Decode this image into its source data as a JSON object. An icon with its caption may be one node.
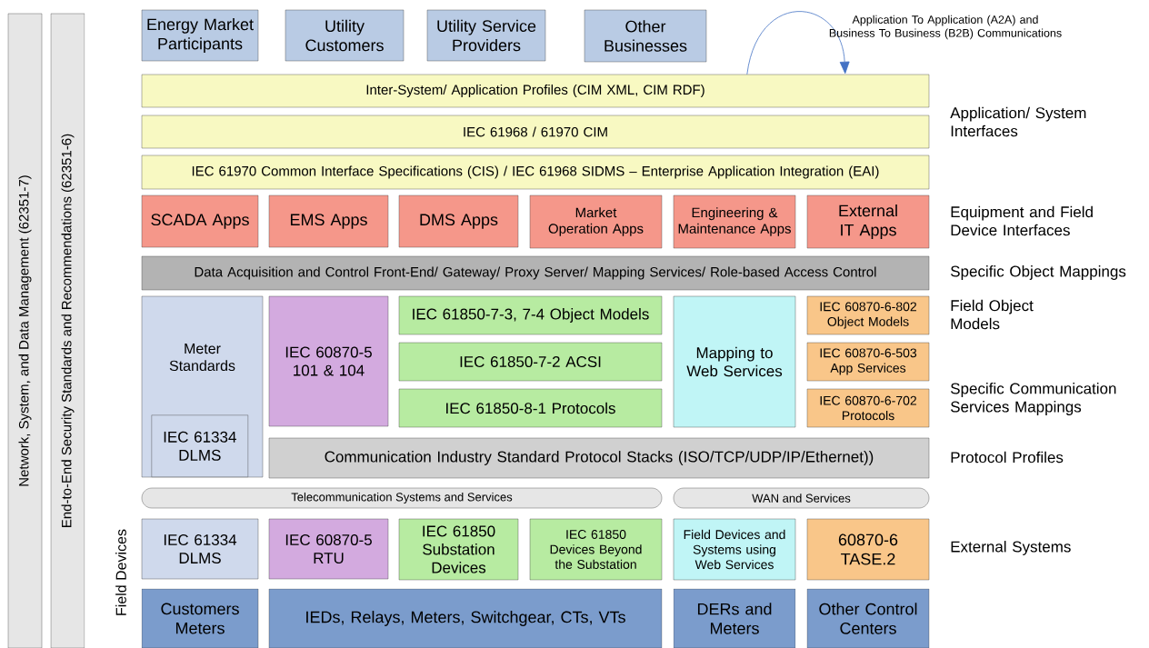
{
  "diagram": {
    "nodes": [
      {
        "text": [
          "Network, System, and Data Management (62351-7)"
        ]
      },
      {
        "text": [
          "End-to-End Security Standards and Recommendations (62351-6)"
        ]
      },
      {
        "text": [
          "Energy Market Participants"
        ]
      },
      {
        "text": [
          "Utility Customers"
        ]
      },
      {
        "text": [
          "Utility Service Providers"
        ]
      },
      {
        "text": [
          "Other Businesses"
        ]
      },
      {
        "text": [
          "Inter-System/ Application Profiles (CIM XML, CIM RDF)"
        ]
      },
      {
        "text": [
          "IEC 61968 / 61970 CIM"
        ]
      },
      {
        "text": [
          "IEC 61970 Common Interface Specifications (CIS) / IEC 61968 SIDMS – Enterprise Application Integration (EAI)"
        ]
      },
      {
        "text": [
          "SCADA Apps"
        ]
      },
      {
        "text": [
          "EMS Apps"
        ]
      },
      {
        "text": [
          "DMS Apps"
        ]
      },
      {
        "text": [
          "Market Operation Apps"
        ]
      },
      {
        "text": [
          "Engineering & Maintenance Apps"
        ]
      },
      {
        "text": [
          "External IT Apps"
        ]
      },
      {
        "text": [
          "Data Acquisition and Control Front-End/ Gateway/ Proxy Server/ Mapping Services/ Role-based Access Control"
        ]
      },
      {
        "text": [
          "Meter Standards"
        ]
      },
      {
        "text": [
          "IEC 61334 DLMS"
        ],
        "in": 16
      },
      {
        "text": [
          "IEC 60870-5 101 & 104"
        ]
      },
      {
        "text": [
          "IEC 61850-7-3, 7-4 Object Models"
        ]
      },
      {
        "text": [
          "IEC 61850-7-2 ACSI"
        ]
      },
      {
        "text": [
          "IEC 61850-8-1 Protocols"
        ]
      },
      {
        "text": [
          "Mapping to Web Services"
        ]
      },
      {
        "text": [
          "IEC 60870-6-802 Object Models"
        ]
      },
      {
        "text": [
          "IEC 60870-6-503 App Services"
        ]
      },
      {
        "text": [
          "IEC 60870-6-702 Protocols"
        ]
      },
      {
        "text": [
          "Communication Industry Standard Protocol Stacks (ISO/TCP/UDP/IP/Ethernet))"
        ]
      },
      {
        "text": [
          "Telecommunication Systems and Services"
        ]
      },
      {
        "text": [
          "WAN and Services"
        ]
      },
      {
        "text": [
          "IEC 61334 DLMS"
        ]
      },
      {
        "text": [
          "IEC 60870-5 RTU"
        ]
      },
      {
        "text": [
          "IEC 61850 Substation Devices"
        ]
      },
      {
        "text": [
          "IEC 61850 Devices Beyond the Substation"
        ]
      },
      {
        "text": [
          "Field Devices and Systems using Web Services"
        ]
      },
      {
        "text": [
          "60870-6 TASE.2"
        ]
      },
      {
        "text": [
          "Customers Meters"
        ]
      },
      {
        "text": [
          "IEDs, Relays, Meters, Switchgear, CTs, VTs"
        ]
      },
      {
        "text": [
          "DERs and Meters"
        ]
      },
      {
        "text": [
          "Other Control Centers"
        ]
      }
    ],
    "edges": [
      {
        "from": 6,
        "to": 6,
        "arrow": "to",
        "label": "Application To Application (A2A) and Business To Business (B2B) Communications"
      }
    ],
    "labels": [
      "Application/ System Interfaces",
      "Equipment and Field Device Interfaces",
      "Specific Object Mappings",
      "Field Object Models",
      "Specific Communication Services Mappings",
      "Protocol Profiles",
      "External Systems",
      "Field Devices"
    ]
  }
}
